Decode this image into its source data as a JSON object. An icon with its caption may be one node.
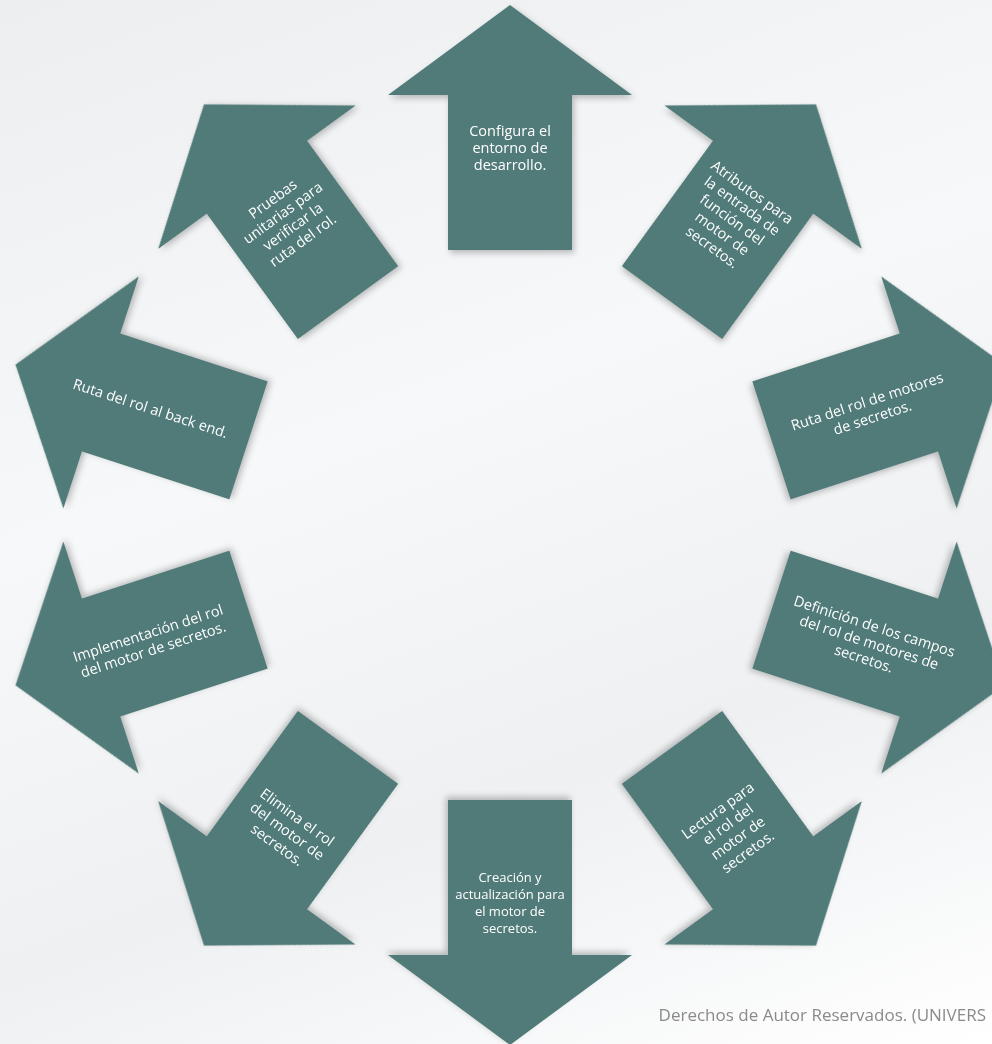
{
  "diagram": {
    "nodes": [
      {
        "text": [
          "Configura el entorno de desarrollo."
        ]
      },
      {
        "text": [
          "Atributos para la entrada de función del motor de secretos."
        ]
      },
      {
        "text": [
          "Ruta del rol de motores de secretos."
        ]
      },
      {
        "text": [
          "Definición de los campos del rol de motores de secretos."
        ]
      },
      {
        "text": [
          "Lectura para el rol del motor de secretos."
        ]
      },
      {
        "text": [
          "Creación y actualización para el motor de secretos."
        ]
      },
      {
        "text": [
          "Elimina el rol del motor de secretos."
        ]
      },
      {
        "text": [
          "Implementación del rol del motor de secretos."
        ]
      },
      {
        "text": [
          "Ruta del rol al back end."
        ]
      },
      {
        "text": [
          "Pruebas unitarias para verificar la ruta del rol."
        ]
      }
    ],
    "labels": [
      "Derechos de Autor Reservados. (UNIVERS"
    ]
  }
}
